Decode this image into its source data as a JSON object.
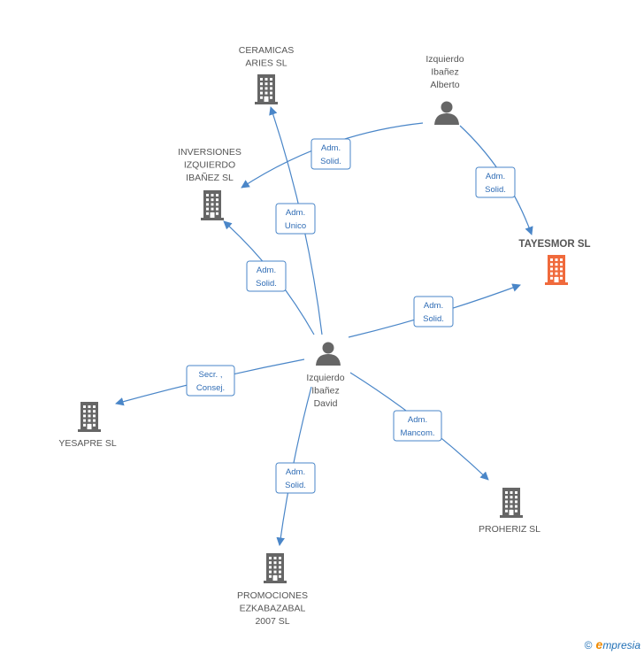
{
  "colors": {
    "edge": "#4a86c8",
    "company": "#666666",
    "highlight": "#f06a3c",
    "person": "#666666"
  },
  "nodes": [
    {
      "id": "ceramicas",
      "type": "company",
      "lines": [
        "CERAMICAS",
        "ARIES SL"
      ]
    },
    {
      "id": "inversiones",
      "type": "company",
      "lines": [
        "INVERSIONES",
        "IZQUIERDO",
        "IBAÑEZ SL"
      ]
    },
    {
      "id": "alberto",
      "type": "person",
      "lines": [
        "Izquierdo",
        "Ibañez",
        "Alberto"
      ]
    },
    {
      "id": "tayesmor",
      "type": "company",
      "highlight": true,
      "lines": [
        "TAYESMOR SL"
      ]
    },
    {
      "id": "david",
      "type": "person",
      "lines": [
        "Izquierdo",
        "Ibañez",
        "David"
      ]
    },
    {
      "id": "yesapre",
      "type": "company",
      "lines": [
        "YESAPRE SL"
      ]
    },
    {
      "id": "proheriz",
      "type": "company",
      "lines": [
        "PROHERIZ SL"
      ]
    },
    {
      "id": "promociones",
      "type": "company",
      "lines": [
        "PROMOCIONES",
        "EZKABAZABAL",
        "2007 SL"
      ]
    }
  ],
  "edges": [
    {
      "from": "alberto",
      "to": "inversiones",
      "label": [
        "Adm.",
        "Solid."
      ]
    },
    {
      "from": "alberto",
      "to": "tayesmor",
      "label": [
        "Adm.",
        "Solid."
      ]
    },
    {
      "from": "david",
      "to": "ceramicas",
      "label": [
        "Adm.",
        "Unico"
      ]
    },
    {
      "from": "david",
      "to": "inversiones",
      "label": [
        "Adm.",
        "Solid."
      ]
    },
    {
      "from": "david",
      "to": "tayesmor",
      "label": [
        "Adm.",
        "Solid."
      ]
    },
    {
      "from": "david",
      "to": "yesapre",
      "label": [
        "Secr. ,",
        "Consej."
      ]
    },
    {
      "from": "david",
      "to": "proheriz",
      "label": [
        "Adm.",
        "Mancom."
      ]
    },
    {
      "from": "david",
      "to": "promociones",
      "label": [
        "Adm.",
        "Solid."
      ]
    }
  ],
  "footer": {
    "copyright": "©",
    "brand_e": "e",
    "brand_rest": "mpresia"
  }
}
